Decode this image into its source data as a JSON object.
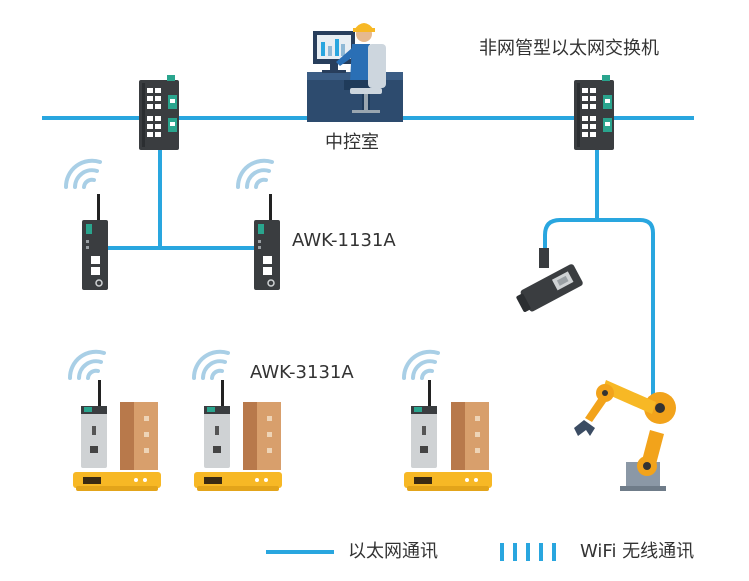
{
  "labels": {
    "unmanaged_switch": "非网管型以太网交换机",
    "control_room": "中控室",
    "awk_1131a": "AWK-1131A",
    "awk_3131a": "AWK-3131A"
  },
  "legend": {
    "ethernet": "以太网通讯",
    "wifi": "WiFi 无线通讯"
  },
  "colors": {
    "ethernet_line": "#29a6df",
    "wifi_wave": "#a9cfe6",
    "agv_yellow": "#f7b825",
    "robot_orange": "#f2a31b",
    "device_dark": "#3a3d40",
    "device_light": "#cfd2d4",
    "box_brown": "#c8895a",
    "screen_navy": "#283e5c",
    "accent_green": "#2aa58e"
  },
  "icons": [
    "switch-icon",
    "operator-icon",
    "wifi-icon",
    "access-point-icon",
    "client-device-icon",
    "cargo-box-icon",
    "agv-cart-icon",
    "camera-icon",
    "robot-arm-icon"
  ]
}
